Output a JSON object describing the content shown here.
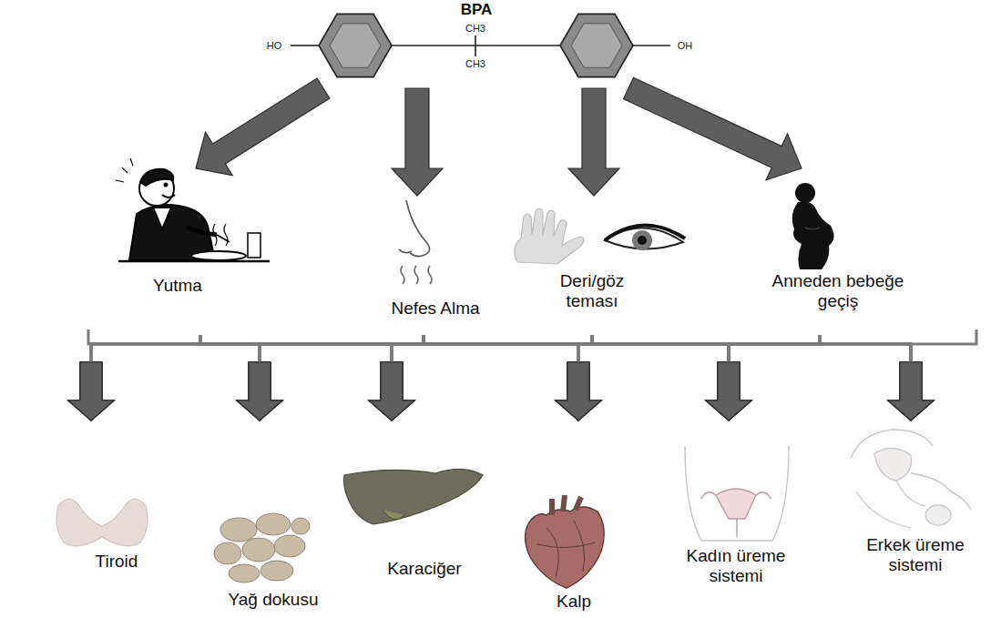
{
  "diagram": {
    "nodes": [
      {
        "text": [
          "BPA"
        ]
      },
      {
        "text": [
          "Yutma"
        ]
      },
      {
        "text": [
          "Nefes Alma"
        ]
      },
      {
        "text": [
          "Deri/göz teması"
        ]
      },
      {
        "text": [
          "Anneden bebeğe geçiş"
        ]
      },
      {
        "text": [
          "Tiroid"
        ]
      },
      {
        "text": [
          "Yağ dokusu"
        ]
      },
      {
        "text": [
          "Karaciğer"
        ]
      },
      {
        "text": [
          "Kalp"
        ]
      },
      {
        "text": [
          "Kadın üreme sistemi"
        ]
      },
      {
        "text": [
          "Erkek üreme sistemi"
        ]
      }
    ],
    "edges": [
      {
        "from": 0,
        "to": 1,
        "arrow": "to"
      },
      {
        "from": 0,
        "to": 2,
        "arrow": "to"
      },
      {
        "from": 0,
        "to": 3,
        "arrow": "to"
      },
      {
        "from": 0,
        "to": 4,
        "arrow": "to"
      },
      {
        "from": 1,
        "to": 5,
        "arrow": "to"
      },
      {
        "from": 1,
        "to": 6,
        "arrow": "to"
      },
      {
        "from": 1,
        "to": 7,
        "arrow": "to"
      },
      {
        "from": 1,
        "to": 8,
        "arrow": "to"
      },
      {
        "from": 1,
        "to": 9,
        "arrow": "to"
      },
      {
        "from": 1,
        "to": 10,
        "arrow": "to"
      },
      {
        "from": 2,
        "to": 5,
        "arrow": "to"
      },
      {
        "from": 2,
        "to": 6,
        "arrow": "to"
      },
      {
        "from": 2,
        "to": 7,
        "arrow": "to"
      },
      {
        "from": 2,
        "to": 8,
        "arrow": "to"
      },
      {
        "from": 2,
        "to": 9,
        "arrow": "to"
      },
      {
        "from": 2,
        "to": 10,
        "arrow": "to"
      },
      {
        "from": 3,
        "to": 5,
        "arrow": "to"
      },
      {
        "from": 3,
        "to": 6,
        "arrow": "to"
      },
      {
        "from": 3,
        "to": 7,
        "arrow": "to"
      },
      {
        "from": 3,
        "to": 8,
        "arrow": "to"
      },
      {
        "from": 3,
        "to": 9,
        "arrow": "to"
      },
      {
        "from": 3,
        "to": 10,
        "arrow": "to"
      },
      {
        "from": 4,
        "to": 5,
        "arrow": "to"
      },
      {
        "from": 4,
        "to": 6,
        "arrow": "to"
      },
      {
        "from": 4,
        "to": 7,
        "arrow": "to"
      },
      {
        "from": 4,
        "to": 8,
        "arrow": "to"
      },
      {
        "from": 4,
        "to": 9,
        "arrow": "to"
      },
      {
        "from": 4,
        "to": 10,
        "arrow": "to"
      }
    ],
    "labels": [
      "HO",
      "CH3",
      "CH3",
      "OH"
    ]
  }
}
